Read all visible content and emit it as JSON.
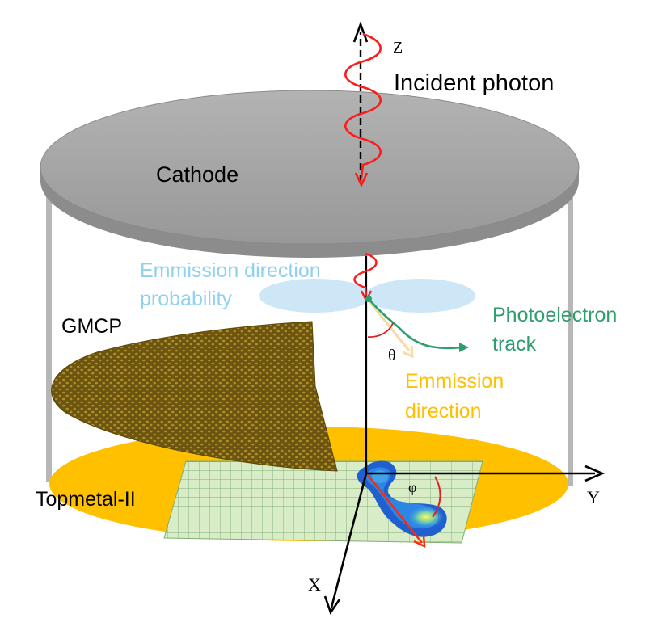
{
  "labels": {
    "z_axis": "Z",
    "incident_photon": "Incident photon",
    "cathode": "Cathode",
    "emission_probability_line1": "Emmission direction",
    "emission_probability_line2": "probability",
    "gmcp": "GMCP",
    "photoelectron_line1": "Photoelectron",
    "photoelectron_line2": "track",
    "theta": "θ",
    "emission_direction_line1": "Emmission",
    "emission_direction_line2": "direction",
    "topmetal": "Topmetal-II",
    "phi": "φ",
    "y_axis": "Y",
    "x_axis": "X"
  },
  "colors": {
    "cathode": "#a6a6a6",
    "cathode_edge": "#7f7f7f",
    "photon": "#ff0000",
    "probability_lobes": "#cde7f7",
    "probability_text": "#8fd1ef",
    "photoelectron": "#2e9e6e",
    "emission_direction": "#ffc000",
    "emission_arrow": "#f7dca0",
    "gmcp": "#7a6216",
    "topmetal": "#ffc000",
    "pixel_grid": "#d8ecc8",
    "track_core": "#1e5bc6",
    "axis": "#000000"
  }
}
